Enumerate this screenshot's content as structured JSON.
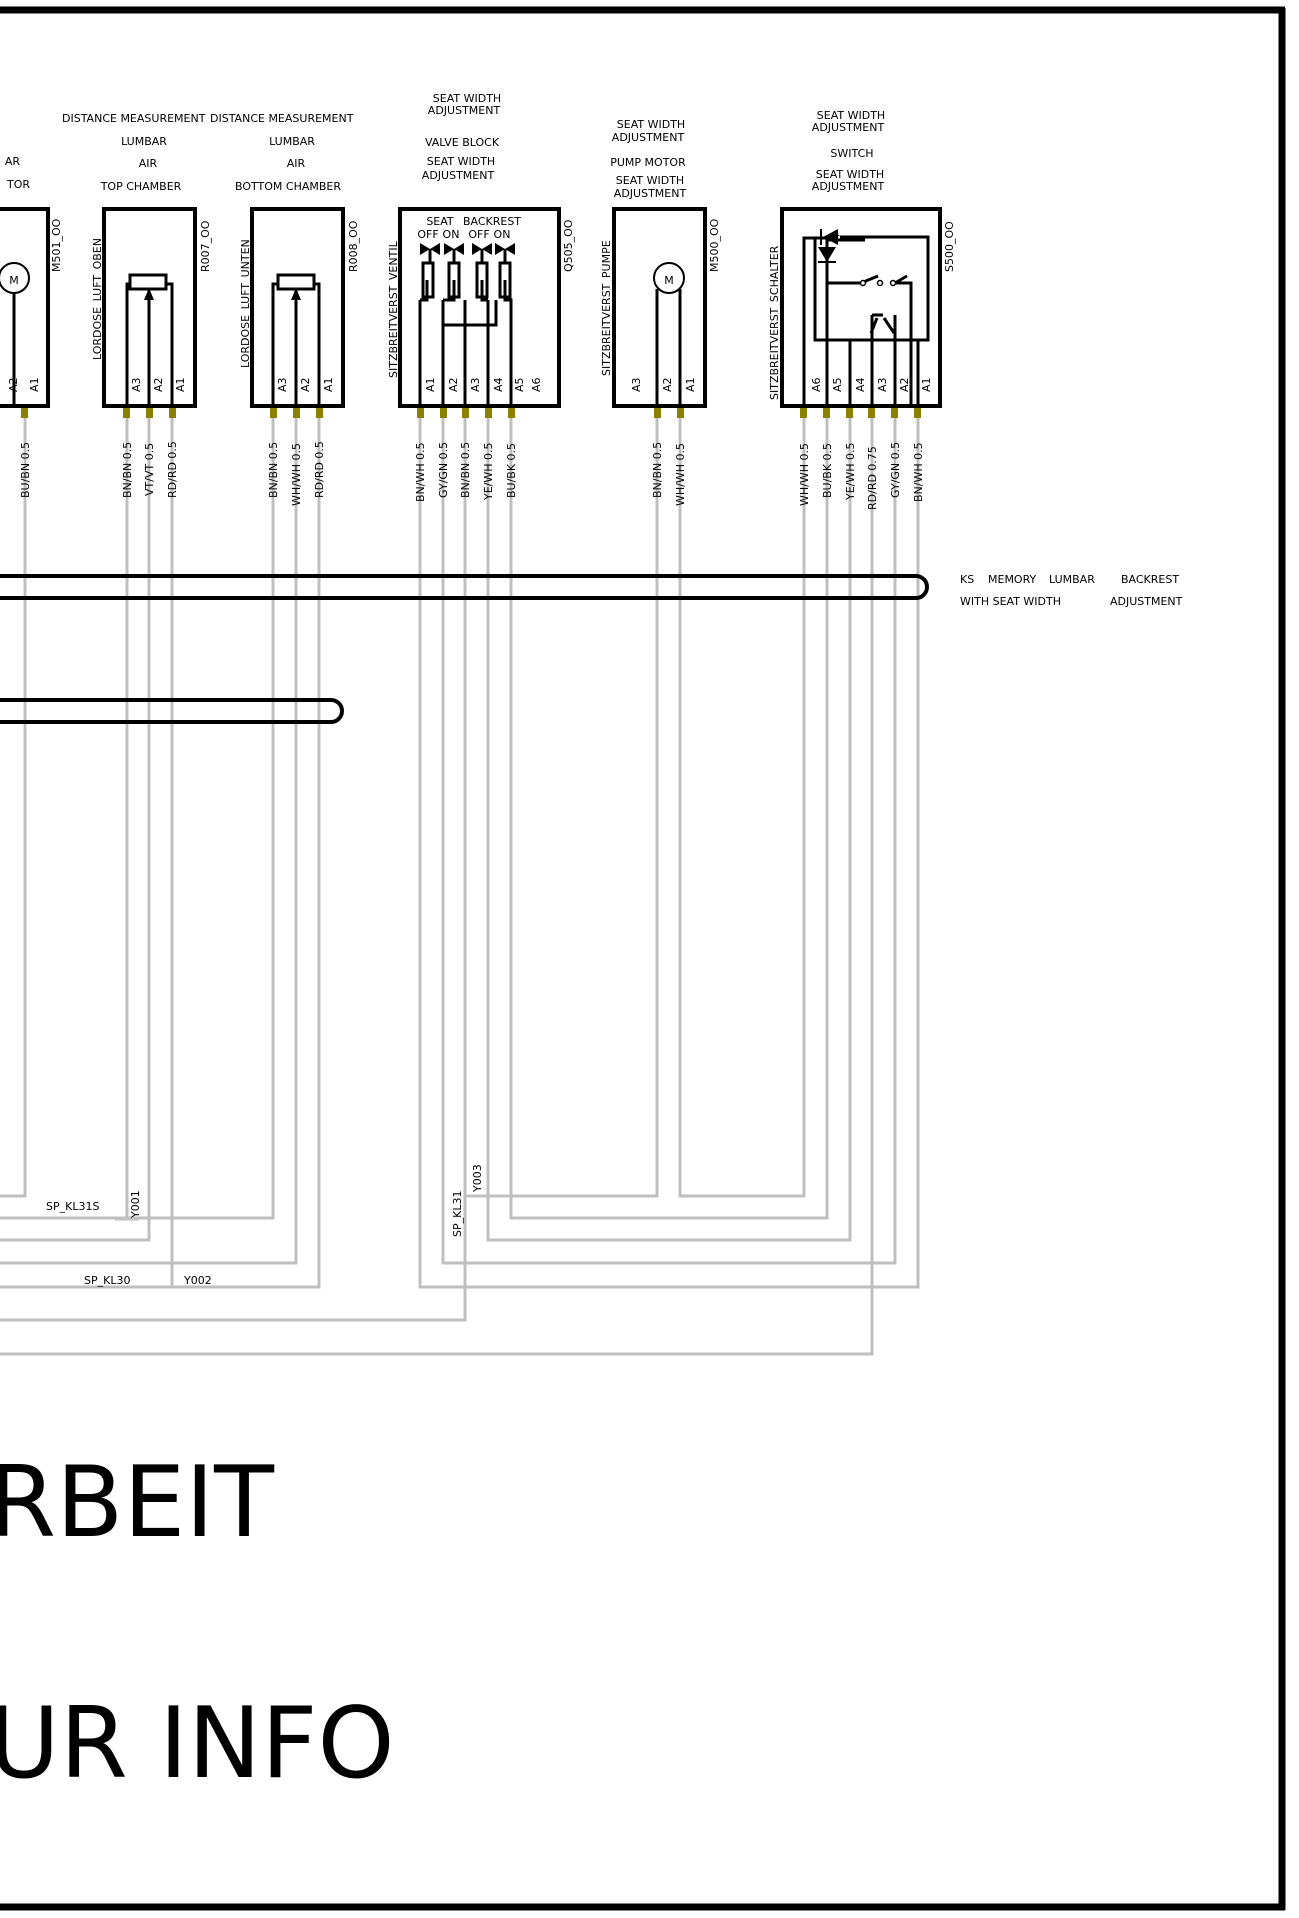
{
  "components": [
    {
      "id": "M501",
      "name": "M501_OO",
      "german": "",
      "desc": [
        "AR",
        "TOR"
      ],
      "pins": [
        "A2",
        "A1"
      ]
    },
    {
      "id": "R007",
      "name": "R007_OO",
      "german": "LORDOSE_LUFT_OBEN",
      "desc": [
        "DISTANCE MEASUREMENT",
        "LUMBAR",
        "AIR",
        "TOP CHAMBER"
      ],
      "pins": [
        "A3",
        "A2",
        "A1"
      ]
    },
    {
      "id": "R008",
      "name": "R008_OO",
      "german": "LORDOSE_LUFT_UNTEN",
      "desc": [
        "DISTANCE MEASUREMENT",
        "LUMBAR",
        "AIR",
        "BOTTOM CHAMBER"
      ],
      "pins": [
        "A3",
        "A2",
        "A1"
      ]
    },
    {
      "id": "Q505",
      "name": "Q505_OO",
      "german": "SITZBREITVERST_VENTIL",
      "desc": [
        "SEAT WIDTH",
        "ADJUSTMENT",
        "VALVE BLOCK",
        "SEAT WIDTH",
        "ADJUSTMENT"
      ],
      "pins": [
        "A1",
        "A2",
        "A3",
        "A4",
        "A5",
        "A6"
      ],
      "inner": [
        "SEAT",
        "BACKREST",
        "OFF",
        "ON",
        "OFF",
        "ON"
      ]
    },
    {
      "id": "M500",
      "name": "M500_OO",
      "german": "SITZBREITVERST_PUMPE",
      "desc": [
        "SEAT WIDTH",
        "ADJUSTMENT",
        "PUMP MOTOR",
        "SEAT WIDTH",
        "ADJUSTMENT"
      ],
      "pins": [
        "A3",
        "A2",
        "A1"
      ]
    },
    {
      "id": "S500",
      "name": "S500_OO",
      "german": "SITZBREITVERST_SCHALTER",
      "desc": [
        "SEAT WIDTH",
        "ADJUSTMENT",
        "SWITCH",
        "SEAT WIDTH",
        "ADJUSTMENT"
      ],
      "pins": [
        "A6",
        "A5",
        "A4",
        "A3",
        "A2",
        "A1"
      ]
    }
  ],
  "motor_symbol": "M",
  "wires": [
    "BU/BN 0.5",
    "BN/BN 0.5",
    "VT/VT 0.5",
    "RD/RD 0.5",
    "BN/BN 0.5",
    "WH/WH 0.5",
    "RD/RD 0.5",
    "BN/WH 0.5",
    "GY/GN 0.5",
    "BN/BN 0.5",
    "YE/WH 0.5",
    "BU/BK 0.5",
    "BN/BN 0.5",
    "WH/WH 0.5",
    "WH/WH 0.5",
    "BU/BK 0.5",
    "YE/WH 0.5",
    "RD/RD 0.75",
    "GY/GN 0.5",
    "BN/WH 0.5"
  ],
  "harness_note": [
    "KS",
    "MEMORY",
    "LUMBAR",
    "BACKREST",
    "WITH SEAT WIDTH",
    "ADJUSTMENT"
  ],
  "splices": [
    "SP_KL31S",
    "Y001",
    "SP_KL30",
    "Y002",
    "SP_KL31",
    "Y003"
  ],
  "watermark": [
    "RBEIT",
    "UR INFO"
  ],
  "colors": {
    "wire": "#bfbfbf",
    "terminal": "#8b8000",
    "frame": "#000000"
  }
}
